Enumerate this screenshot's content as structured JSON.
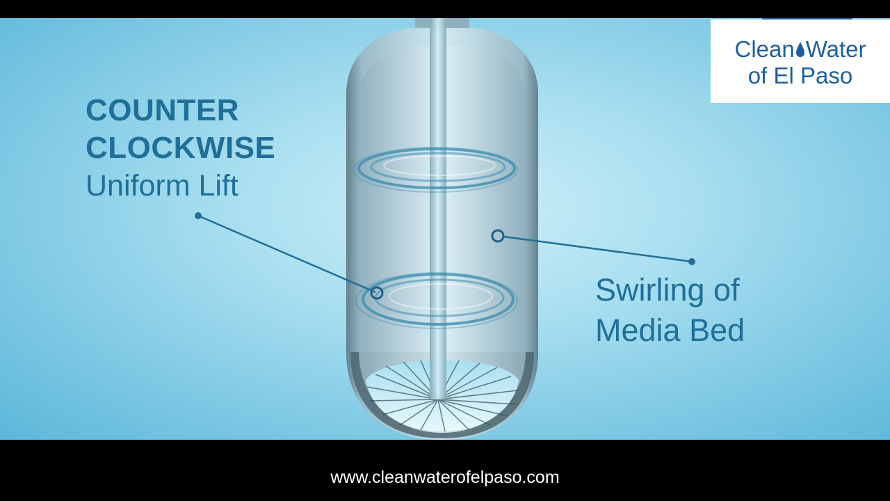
{
  "scene": {
    "left_callout": {
      "title_line1": "COUNTER",
      "title_line2": "CLOCKWISE",
      "subtitle": "Uniform Lift"
    },
    "right_callout": {
      "line1": "Swirling of",
      "line2": "Media Bed"
    },
    "logo": {
      "word1": "Clean",
      "word2": "Water",
      "line2": "of El Paso",
      "icon": "water-drop-icon"
    },
    "colors": {
      "label_text": "#1f6f99",
      "logo_text": "#1c5fa1",
      "background_light": "#cdeef8",
      "background_dark": "#5cb7da"
    }
  },
  "footer": {
    "url": "www.cleanwaterofelpaso.com"
  }
}
